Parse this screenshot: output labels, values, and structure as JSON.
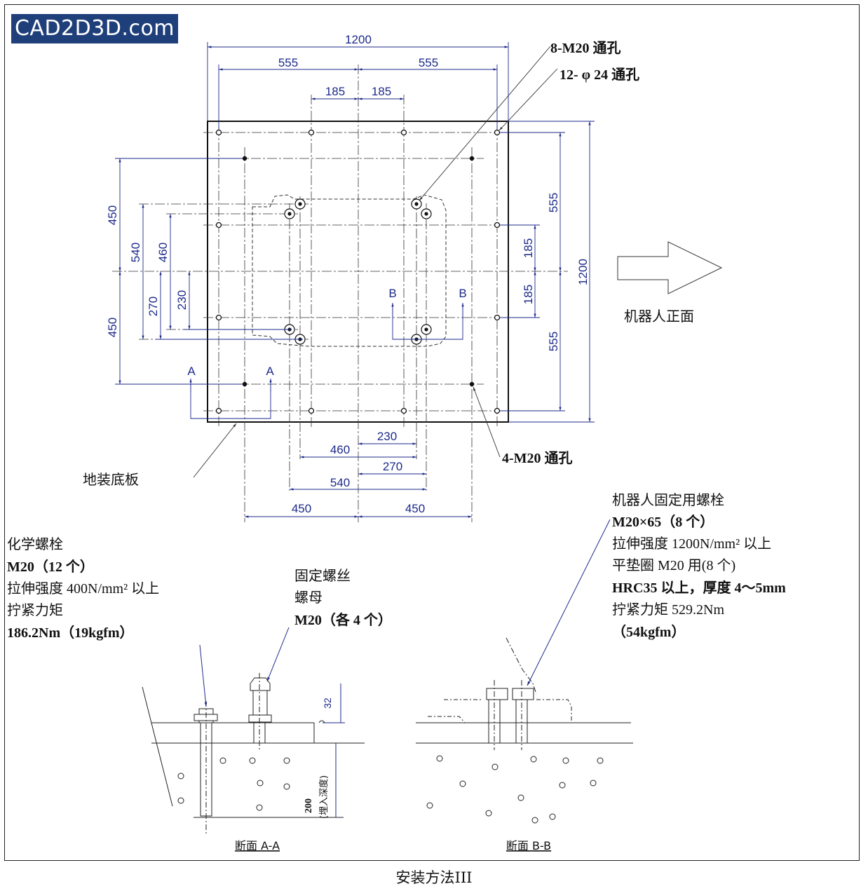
{
  "logo": "CAD2D3D.com",
  "caption": "安装方法III",
  "plan": {
    "dims_top": {
      "overall": "1200",
      "left_555": "555",
      "right_555": "555",
      "left_185": "185",
      "right_185": "185"
    },
    "dims_right": {
      "top_555": "555",
      "top_185": "185",
      "bottom_185": "185",
      "bottom_555": "555",
      "overall": "1200"
    },
    "dims_left": {
      "top_450": "450",
      "bottom_450": "450",
      "d540": "540",
      "d460": "460",
      "d270": "270",
      "d230": "230"
    },
    "dims_bottom": {
      "d230": "230",
      "d460": "460",
      "d270": "270",
      "d540": "540",
      "left_450": "450",
      "right_450": "450"
    },
    "section_marks": {
      "a_left": "A",
      "a_right": "A",
      "b_left": "B",
      "b_right": "B"
    },
    "callouts": {
      "m20_8": "8-M20  通孔",
      "phi24_12": "12- φ 24  通孔",
      "m20_4": "4-M20  通孔",
      "base_plate": "地装底板",
      "robot_front": "机器人正面"
    }
  },
  "chemical_bolt": {
    "lines": [
      "化学螺栓",
      "M20（12 个）",
      "拉伸强度 400N/mm² 以上",
      "拧紧力矩",
      "186.2Nm（19kgfm）"
    ]
  },
  "fix_screw": {
    "lines": [
      "固定螺丝",
      "螺母",
      "M20（各 4 个）"
    ]
  },
  "robot_bolt": {
    "lines": [
      "机器人固定用螺栓",
      "M20×65（8 个）",
      "拉伸强度 1200N/mm² 以上",
      "平垫圈 M20 用(8 个)",
      "HRC35 以上，厚度 4～5mm",
      "拧紧力矩  529.2Nm",
      "（54kgfm）"
    ]
  },
  "section_aa": {
    "title": "断面 A-A",
    "dim_32": "32",
    "dim_200": "200",
    "depth_note": "(埋入深度)"
  },
  "section_bb": {
    "title": "断面 B-B"
  },
  "colors": {
    "dimension": "#1c2a8a",
    "logo_bg": "#1f3f7a"
  }
}
